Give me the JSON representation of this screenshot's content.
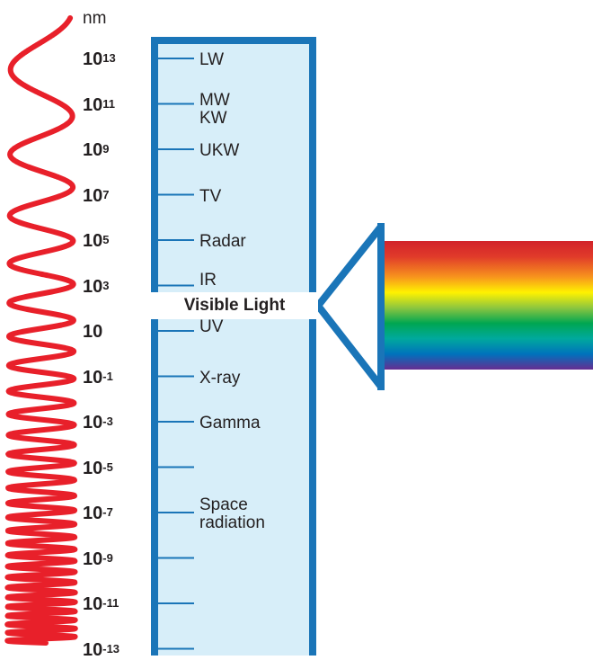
{
  "unit": "nm",
  "wavelengths": [
    {
      "base": "10",
      "exp": "13"
    },
    {
      "base": "10",
      "exp": "11"
    },
    {
      "base": "10",
      "exp": "9"
    },
    {
      "base": "10",
      "exp": "7"
    },
    {
      "base": "10",
      "exp": "5"
    },
    {
      "base": "10",
      "exp": "3"
    },
    {
      "base": "10",
      "exp": ""
    },
    {
      "base": "10",
      "exp": "-1"
    },
    {
      "base": "10",
      "exp": "-3"
    },
    {
      "base": "10",
      "exp": "-5"
    },
    {
      "base": "10",
      "exp": "-7"
    },
    {
      "base": "10",
      "exp": "-9"
    },
    {
      "base": "10",
      "exp": "-11"
    },
    {
      "base": "10",
      "exp": "-13"
    }
  ],
  "bands": [
    {
      "line1": "LW",
      "line2": ""
    },
    {
      "line1": "MW",
      "line2": "KW"
    },
    {
      "line1": "UKW",
      "line2": ""
    },
    {
      "line1": "TV",
      "line2": ""
    },
    {
      "line1": "Radar",
      "line2": ""
    },
    {
      "line1": "IR",
      "line2": ""
    },
    {
      "line1": "UV",
      "line2": ""
    },
    {
      "line1": "X-ray",
      "line2": ""
    },
    {
      "line1": "Gamma",
      "line2": ""
    },
    {
      "line1": "",
      "line2": ""
    },
    {
      "line1": "Space",
      "line2": "radiation"
    },
    {
      "line1": "",
      "line2": ""
    },
    {
      "line1": "",
      "line2": ""
    },
    {
      "line1": "",
      "line2": ""
    }
  ],
  "visible_label": "Visible Light",
  "colors": {
    "wave": "#e8202a",
    "scale_border": "#1a75b8",
    "scale_fill": "#d7eef9",
    "text": "#231f20",
    "spectrum": [
      "#d2232a",
      "#e8412a",
      "#f7941d",
      "#fff200",
      "#8dc63f",
      "#00a651",
      "#00a99d",
      "#0072bc",
      "#2e3192",
      "#662d91"
    ]
  }
}
